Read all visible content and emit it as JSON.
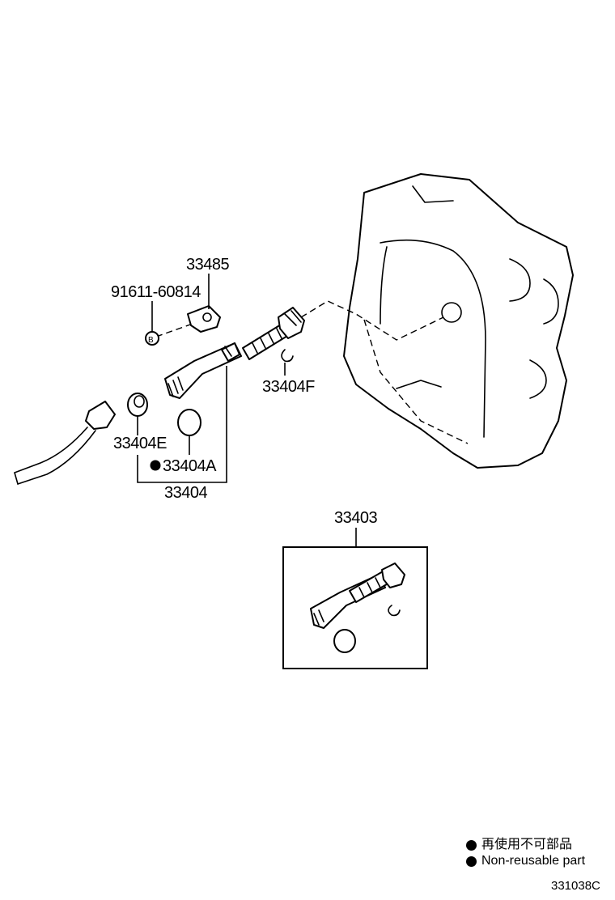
{
  "callouts": {
    "p33485": "33485",
    "p91611": "91611-60814",
    "p33404F": "33404F",
    "p33404E": "33404E",
    "p33404A": "33404A",
    "p33404": "33404",
    "p33403": "33403"
  },
  "legend": {
    "jp": "再使用不可部品",
    "en": "Non-reusable part"
  },
  "drawing_number": "331038C"
}
